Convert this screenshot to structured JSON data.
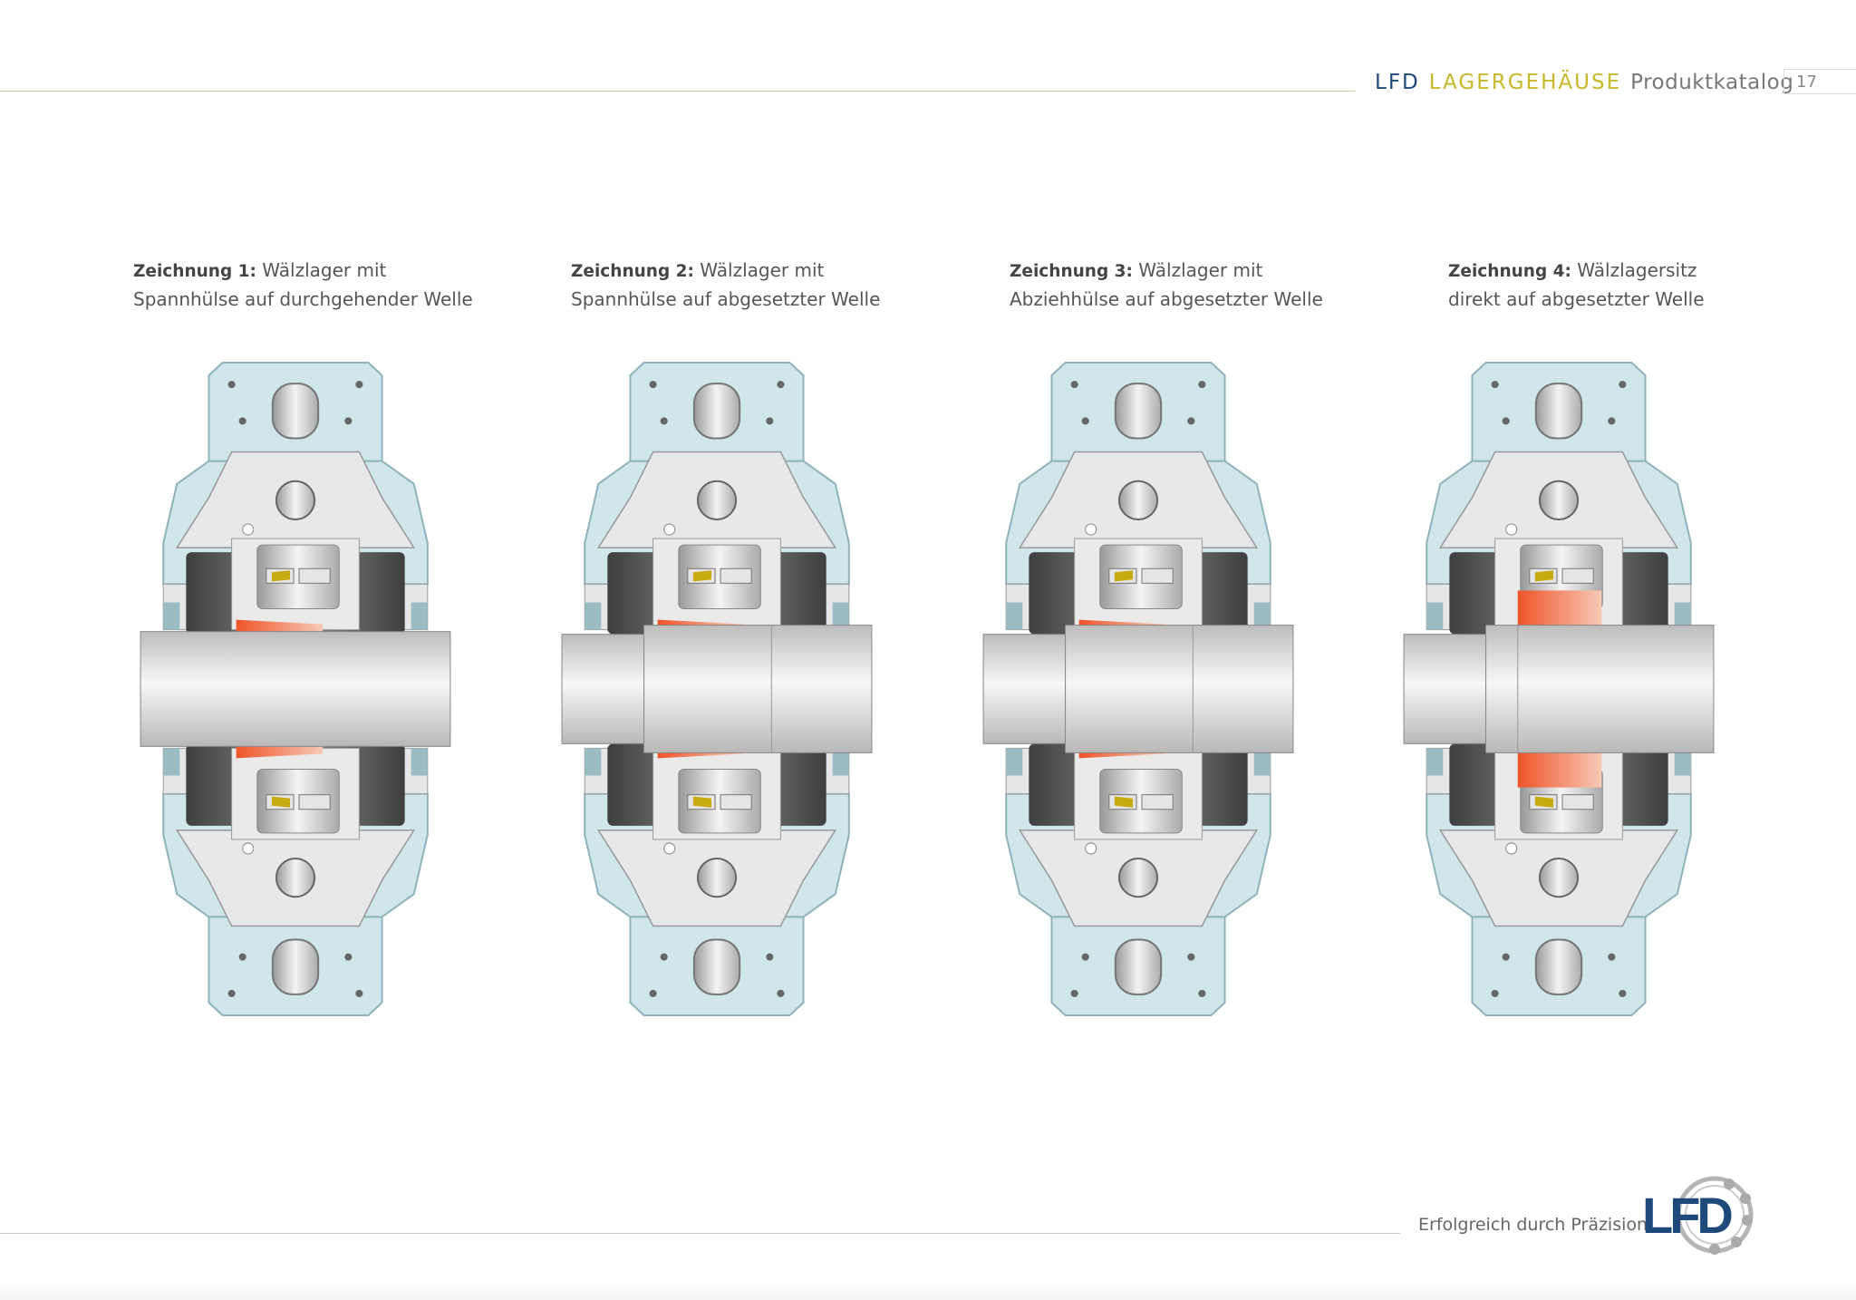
{
  "header": {
    "brand": "LFD",
    "product": "LAGERGEHÄUSE",
    "catalog": "Produktkatalog",
    "page_number": "17"
  },
  "drawings": [
    {
      "label": "Zeichnung 1:",
      "line1": "Wälzlager mit",
      "line2": "Spannhülse auf durchgehender Welle",
      "variant": "sleeve-through"
    },
    {
      "label": "Zeichnung 2:",
      "line1": "Wälzlager mit",
      "line2": "Spannhülse auf abgesetzter Welle",
      "variant": "sleeve-stepped"
    },
    {
      "label": "Zeichnung 3:",
      "line1": "Wälzlager mit",
      "line2": "Abziehhülse auf abgesetzter Welle",
      "variant": "withdrawal-stepped"
    },
    {
      "label": "Zeichnung 4:",
      "line1": "Wälzlagersitz",
      "line2": "direkt auf abgesetzter Welle",
      "variant": "direct-stepped"
    }
  ],
  "footer": {
    "slogan": "Erfolgreich durch Präzision.",
    "logo_text": "LFD"
  },
  "colors": {
    "brand_blue": "#1d4a7a",
    "brand_yellow": "#c9b82a",
    "housing_blue": "#cfe6ea",
    "sleeve_orange": "#f0542a",
    "cage_yellow": "#c9aa10"
  }
}
